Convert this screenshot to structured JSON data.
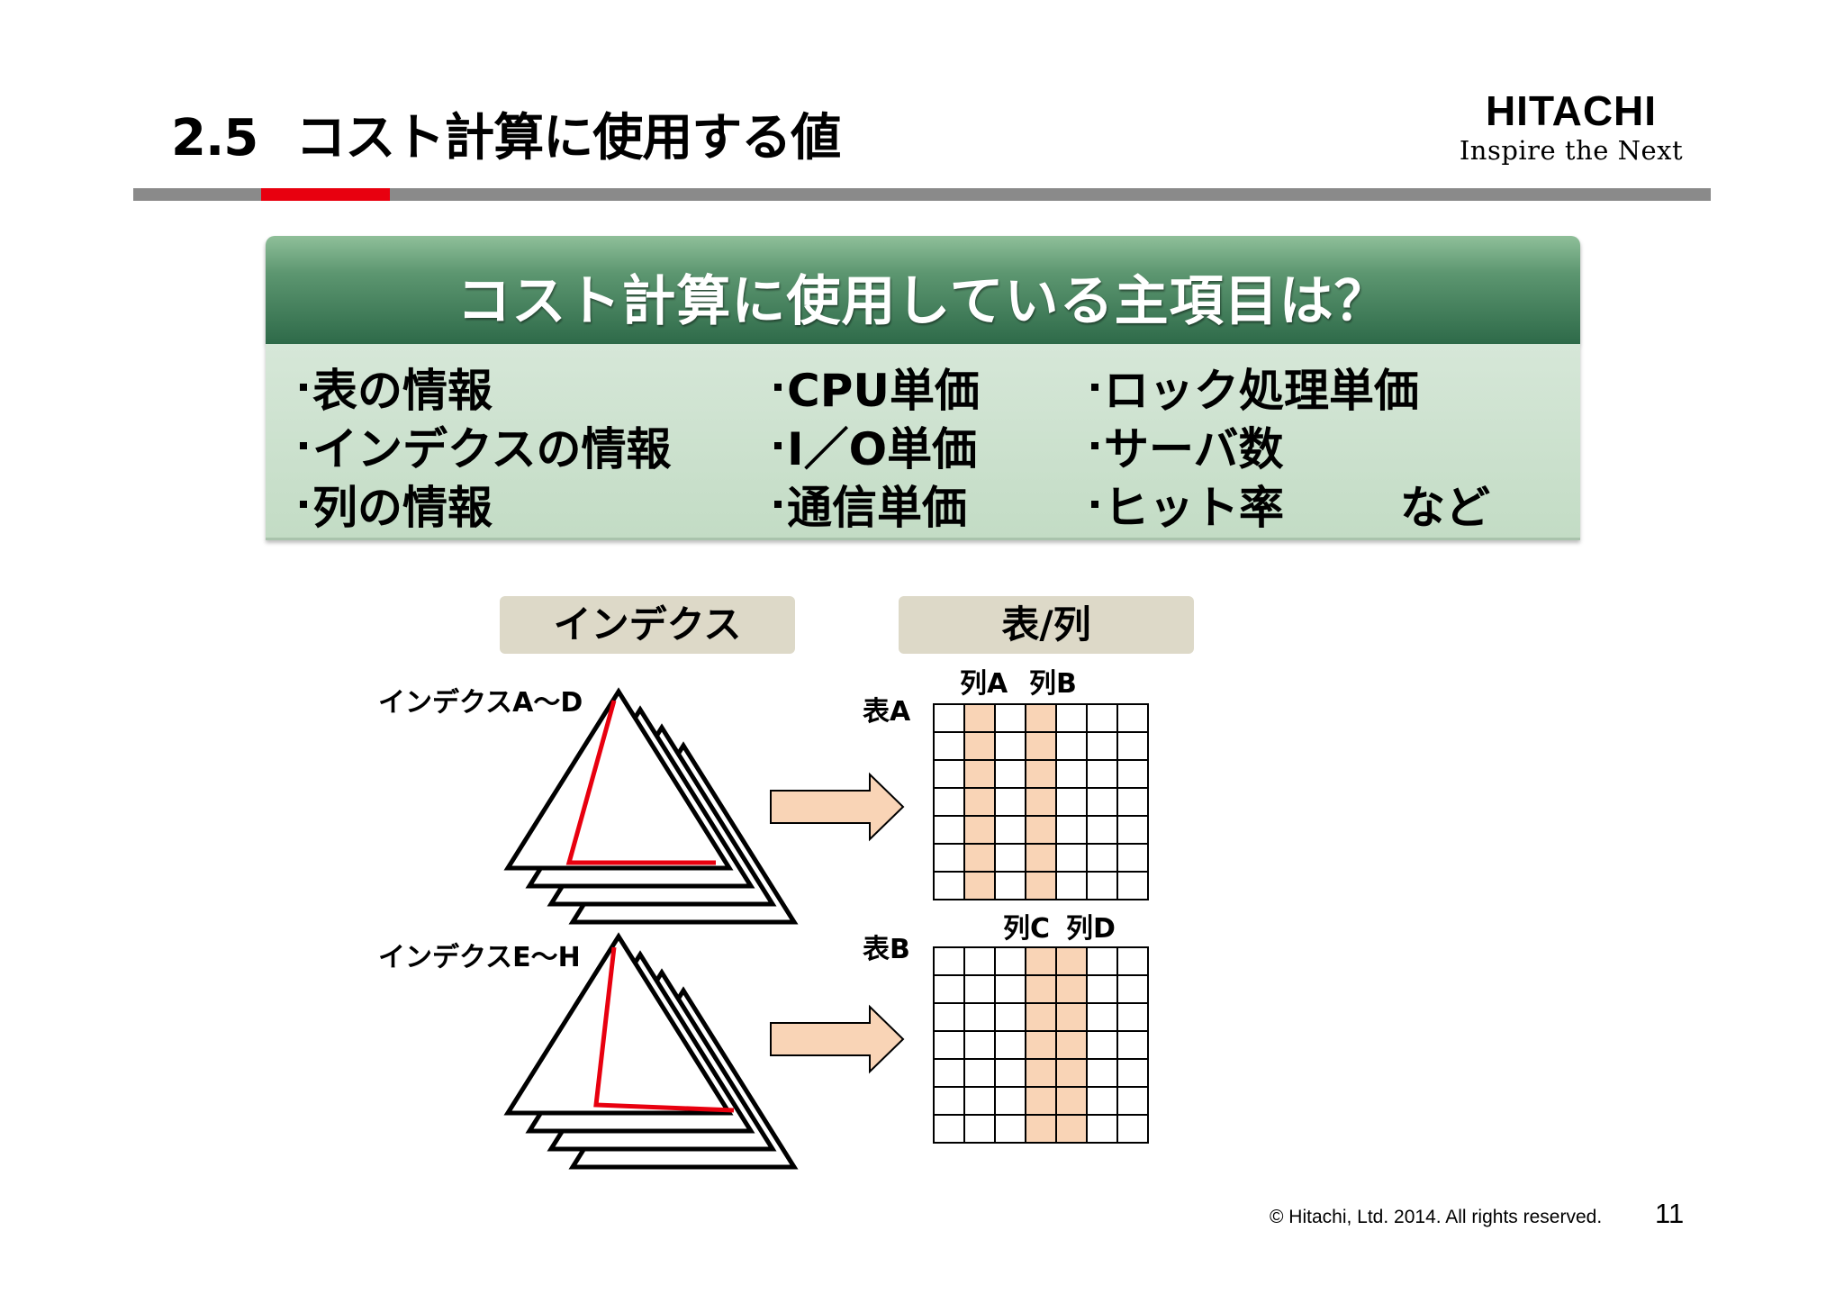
{
  "header": {
    "section_number": "2.5",
    "title": "コスト計算に使用する値",
    "logo": {
      "brand": "HITACHI",
      "tagline": "Inspire the Next"
    }
  },
  "panel": {
    "heading": "コスト計算に使用している主項目は？",
    "columns": [
      [
        "表の情報",
        "インデクスの情報",
        "列の情報"
      ],
      [
        "CPU単価",
        "I／O単価",
        "通信単価"
      ],
      [
        "ロック処理単価",
        "サーバ数",
        "ヒット率"
      ]
    ],
    "trailing": "など"
  },
  "diagram": {
    "index_label": "インデクス",
    "table_label": "表/列",
    "index_groups": [
      "インデクスA～D",
      "インデクスE～H"
    ],
    "tables": [
      {
        "name": "表A",
        "columns": [
          "列A",
          "列B"
        ],
        "rows": 7,
        "cols": 7,
        "highlighted_cols": [
          1,
          3
        ]
      },
      {
        "name": "表B",
        "columns": [
          "列C",
          "列D"
        ],
        "rows": 7,
        "cols": 7,
        "highlighted_cols": [
          3,
          4
        ]
      }
    ],
    "colors": {
      "highlight": "#f9d4b6",
      "arrow_fill": "#f9d4b6",
      "edge": "#e8000f"
    }
  },
  "footer": {
    "copyright": "© Hitachi, Ltd. 2014. All rights reserved.",
    "page_number": "11"
  }
}
